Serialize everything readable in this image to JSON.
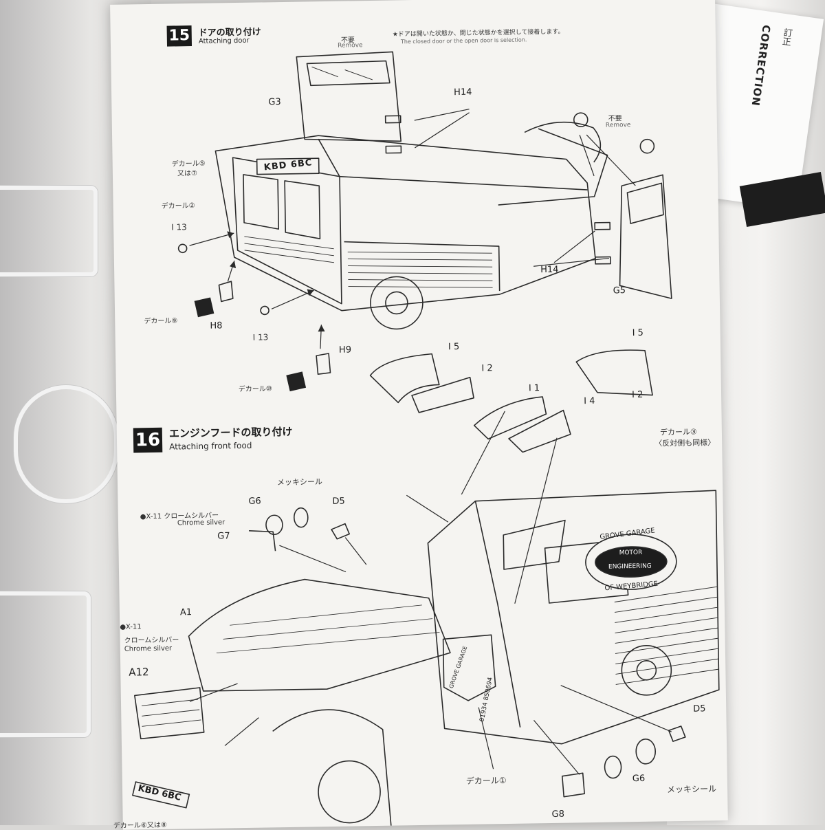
{
  "background": {
    "table_color": "#d9d8d6",
    "sheet_color": "#f5f4f1",
    "ink_color": "#1d1d1d"
  },
  "correction_slip": {
    "title": "CORRECTION",
    "jp": "訂正"
  },
  "step15": {
    "number": "15",
    "title_jp": "ドアの取り付け",
    "title_en": "Attaching door",
    "note_jp": "★ドアは開いた状態か、閉じた状態かを選択して接着します。",
    "note_en": "The closed door or the open door is selection.",
    "remove_top_jp": "不要",
    "remove_top_en": "Remove",
    "remove_right_jp": "不要",
    "remove_right_en": "Remove",
    "labels": {
      "g3": "G3",
      "h14_top": "H14",
      "h14_bottom": "H14",
      "g5": "G5",
      "decal5": "デカール⑤",
      "decal5_alt": "又は⑦",
      "decal2": "デカール②",
      "i13_top": "I 13",
      "i13_bottom": "I 13",
      "decal9": "デカール⑨",
      "h8": "H8",
      "h9": "H9",
      "decal10": "デカール⑩",
      "plate": "KBD 6BC"
    }
  },
  "step16": {
    "number": "16",
    "title_jp": "エンジンフードの取り付け",
    "title_en": "Attaching front food",
    "labels": {
      "i5_left": "I 5",
      "i2_left": "I 2",
      "i1": "I 1",
      "i4": "I 4",
      "i5_right": "I 5",
      "i2_right": "I 2",
      "decal3": "デカール③",
      "decal3_note": "〈反対側も同様〉",
      "mekki_top": "メッキシール",
      "g6_top": "G6",
      "d5_top": "D5",
      "x11_top": "●X-11 クロームシルバー",
      "chrome_top": "Chrome silver",
      "g7": "G7",
      "a1": "A1",
      "x11_left": "●X-11",
      "x11_left_jp": "クロームシルバー",
      "chrome_left": "Chrome silver",
      "a12": "A12",
      "plate": "KBD 6BC",
      "decal6": "デカール⑥又は⑧",
      "decal1": "デカール①",
      "g8": "G8",
      "g6_bottom": "G6",
      "mekki_bottom": "メッキシール",
      "d5_bottom": "D5",
      "logo_line1": "GROVE GARAGE",
      "logo_line2": "MOTOR",
      "logo_line3": "ENGINEERING",
      "logo_line4": "OF WEYBRIDGE",
      "door_logo": "GROVE GARAGE",
      "phone": "01934 850694"
    }
  }
}
